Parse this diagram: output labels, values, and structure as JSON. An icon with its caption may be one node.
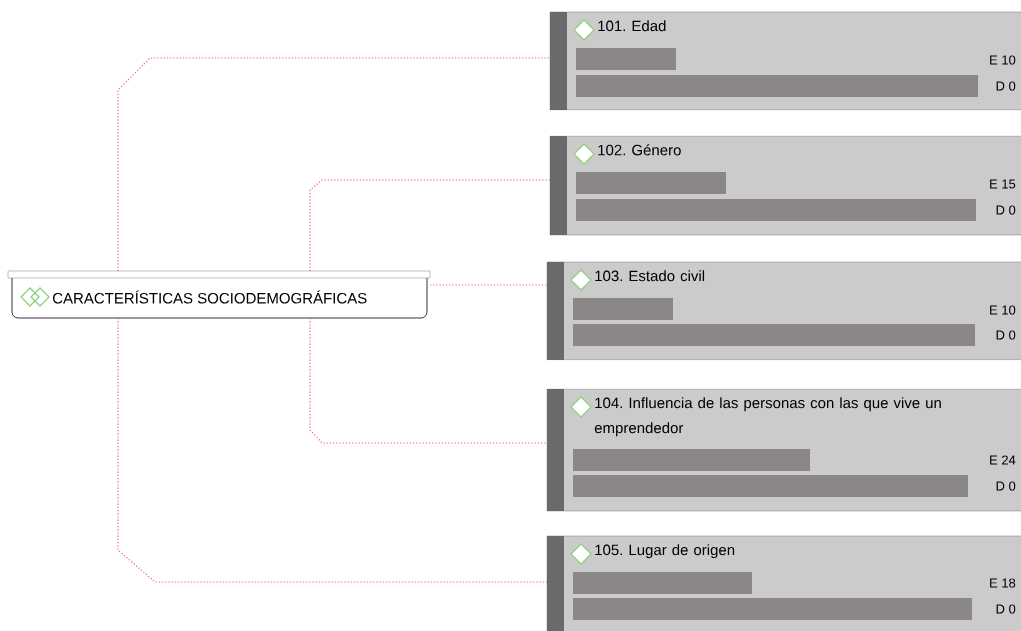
{
  "diagram": {
    "nodes": [
      {
        "text": [
          "CARACTERÍSTICAS SOCIODEMOGRÁFICAS"
        ]
      },
      {
        "text": [
          "101. Edad",
          "E 10",
          "D 0"
        ]
      },
      {
        "text": [],
        "shape": "bar",
        "in": 1
      },
      {
        "text": [],
        "shape": "bar",
        "in": 1
      },
      {
        "text": [
          "102. Género",
          "E 15",
          "D 0"
        ]
      },
      {
        "text": [],
        "shape": "bar",
        "in": 4
      },
      {
        "text": [],
        "shape": "bar",
        "in": 4
      },
      {
        "text": [
          "103. Estado civil",
          "E 10",
          "D 0"
        ]
      },
      {
        "text": [],
        "shape": "bar",
        "in": 7
      },
      {
        "text": [],
        "shape": "bar",
        "in": 7
      },
      {
        "text": [
          "104. Influencia de las personas con las que vive un emprendedor",
          "E 24",
          "D 0"
        ]
      },
      {
        "text": [],
        "shape": "bar",
        "in": 10
      },
      {
        "text": [],
        "shape": "bar",
        "in": 10
      },
      {
        "text": [
          "105. Lugar de origen",
          "E 18",
          "D 0"
        ]
      },
      {
        "text": [],
        "shape": "bar",
        "in": 13
      },
      {
        "text": [],
        "shape": "bar",
        "in": 13
      }
    ],
    "edges": [
      {
        "from": 0,
        "to": 1,
        "arrow": "none"
      },
      {
        "from": 0,
        "to": 4,
        "arrow": "none"
      },
      {
        "from": 0,
        "to": 7,
        "arrow": "none"
      },
      {
        "from": 0,
        "to": 10,
        "arrow": "none"
      },
      {
        "from": 0,
        "to": 13,
        "arrow": "none"
      }
    ]
  }
}
